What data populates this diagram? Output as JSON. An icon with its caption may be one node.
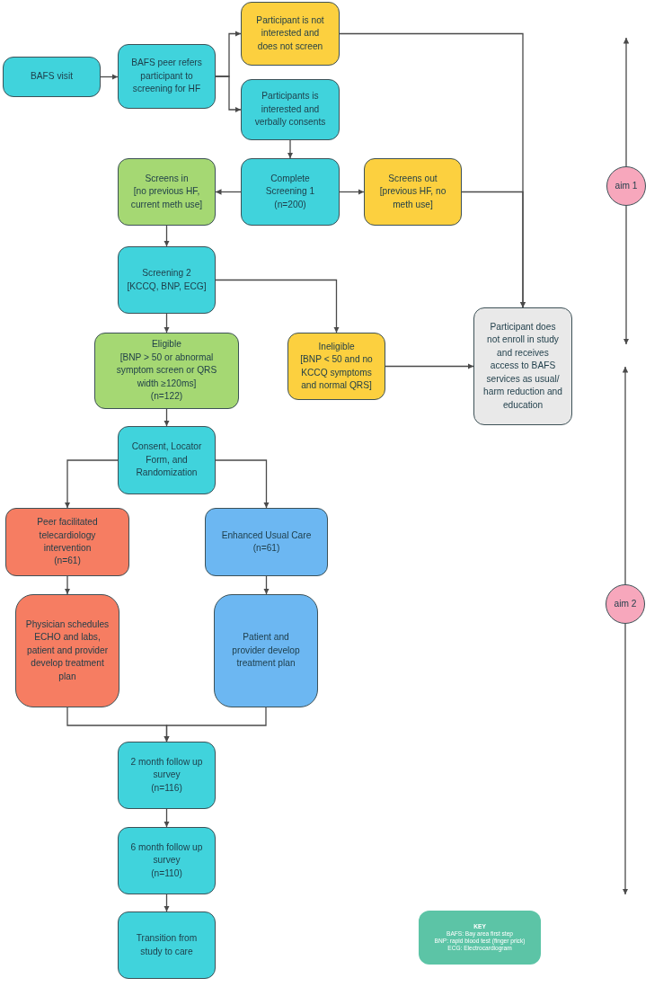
{
  "diagram": {
    "nodes": [
      {
        "text": [
          "BAFS visit"
        ]
      },
      {
        "text": [
          "BAFS peer refers participant to screening for HF"
        ]
      },
      {
        "text": [
          "Participant is not interested and does not screen"
        ]
      },
      {
        "text": [
          "Participants is interested and verbally consents"
        ]
      },
      {
        "text": [
          "Screens in",
          "[no previous HF, current meth use]"
        ]
      },
      {
        "text": [
          "Complete Screening 1",
          "(n=200)"
        ]
      },
      {
        "text": [
          "Screens out",
          "[previous HF, no meth use]"
        ]
      },
      {
        "text": [
          "Screening 2",
          "[KCCQ, BNP, ECG]"
        ]
      },
      {
        "text": [
          "Eligible",
          "[BNP > 50 or abnormal symptom screen or QRS width ≥120ms]",
          "(n=122)"
        ]
      },
      {
        "text": [
          "Ineligible",
          "[BNP < 50 and no KCCQ symptoms and normal QRS]"
        ]
      },
      {
        "text": [
          "Participant does not enroll in study and receives access to BAFS services as usual/ harm reduction and education"
        ]
      },
      {
        "text": [
          "Consent, Locator Form, and Randomization"
        ]
      },
      {
        "text": [
          "Peer facilitated telecardiology intervention",
          "(n=61)"
        ]
      },
      {
        "text": [
          "Enhanced Usual Care",
          "(n=61)"
        ]
      },
      {
        "text": [
          "Physician schedules ECHO and labs, patient and provider develop treatment plan"
        ]
      },
      {
        "text": [
          "Patient and provider develop treatment plan"
        ]
      },
      {
        "text": [
          "2 month follow up survey",
          "(n=116)"
        ]
      },
      {
        "text": [
          "6 month follow up survey",
          "(n=110)"
        ]
      },
      {
        "text": [
          "Transition from study to care"
        ]
      },
      {
        "text": [
          "aim 1"
        ]
      },
      {
        "text": [
          "aim 2"
        ]
      },
      {
        "text": [
          "KEY",
          "BAFS: Bay area first step",
          "BNP: rapid blood test (finger prick)",
          "ECG: Electrocardiogram"
        ]
      }
    ],
    "edges": [
      {
        "from": 0,
        "to": 1,
        "arrow": "to"
      },
      {
        "from": 1,
        "to": 2,
        "arrow": "to"
      },
      {
        "from": 1,
        "to": 3,
        "arrow": "to"
      },
      {
        "from": 3,
        "to": 5,
        "arrow": "to"
      },
      {
        "from": 5,
        "to": 4,
        "arrow": "to"
      },
      {
        "from": 5,
        "to": 6,
        "arrow": "to"
      },
      {
        "from": 2,
        "to": 10,
        "arrow": "to"
      },
      {
        "from": 6,
        "to": 10,
        "arrow": "to"
      },
      {
        "from": 4,
        "to": 7,
        "arrow": "to"
      },
      {
        "from": 7,
        "to": 8,
        "arrow": "to"
      },
      {
        "from": 7,
        "to": 9,
        "arrow": "to"
      },
      {
        "from": 9,
        "to": 10,
        "arrow": "to"
      },
      {
        "from": 8,
        "to": 11,
        "arrow": "to"
      },
      {
        "from": 11,
        "to": 12,
        "arrow": "to"
      },
      {
        "from": 11,
        "to": 13,
        "arrow": "to"
      },
      {
        "from": 12,
        "to": 14,
        "arrow": "to"
      },
      {
        "from": 13,
        "to": 15,
        "arrow": "to"
      },
      {
        "from": 14,
        "to": 16,
        "arrow": "to"
      },
      {
        "from": 15,
        "to": 16,
        "arrow": "to"
      },
      {
        "from": 16,
        "to": 17,
        "arrow": "to"
      },
      {
        "from": 17,
        "to": 18,
        "arrow": "to"
      },
      {
        "from": 19,
        "to": null,
        "arrow": "to"
      },
      {
        "from": 19,
        "to": null,
        "arrow": "to"
      },
      {
        "from": 20,
        "to": null,
        "arrow": "to"
      },
      {
        "from": 20,
        "to": null,
        "arrow": "to"
      }
    ]
  }
}
